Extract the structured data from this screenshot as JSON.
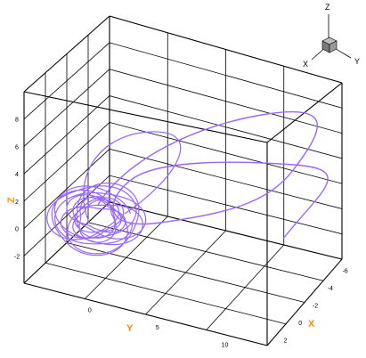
{
  "chart_data": {
    "type": "line",
    "title": "",
    "projection": "3d",
    "axes": {
      "x": {
        "label": "X",
        "label_color": "#ff8c00",
        "range": [
          -7,
          3
        ],
        "ticks": [
          "-6",
          "-4",
          "-2",
          "0",
          "2"
        ]
      },
      "y": {
        "label": "Y",
        "label_color": "#ff8c00",
        "range": [
          -5,
          13
        ],
        "ticks": [
          "0",
          "5",
          "10"
        ]
      },
      "z": {
        "label": "Z",
        "label_color": "#ff8c00",
        "range": [
          -4,
          10
        ],
        "ticks": [
          "-2",
          "0",
          "2",
          "4",
          "6",
          "8"
        ]
      }
    },
    "grid": true,
    "orientation_axes": {
      "z": "Z",
      "x": "X",
      "y": "Y"
    },
    "series": [
      {
        "color": "#9966ff",
        "description_points_xyz": [
          [
            2,
            5,
            0
          ],
          [
            1,
            3,
            1
          ],
          [
            0,
            1,
            2
          ],
          [
            -1,
            0,
            0
          ],
          [
            0,
            1,
            -1
          ],
          [
            -5,
            6,
            -1
          ],
          [
            -6,
            11,
            2
          ],
          [
            -7,
            12,
            5
          ],
          [
            -6,
            10,
            6
          ],
          [
            -4,
            6,
            4
          ],
          [
            -2,
            2,
            2
          ],
          [
            0,
            0,
            0
          ],
          [
            0,
            1,
            -1
          ]
        ]
      }
    ]
  }
}
